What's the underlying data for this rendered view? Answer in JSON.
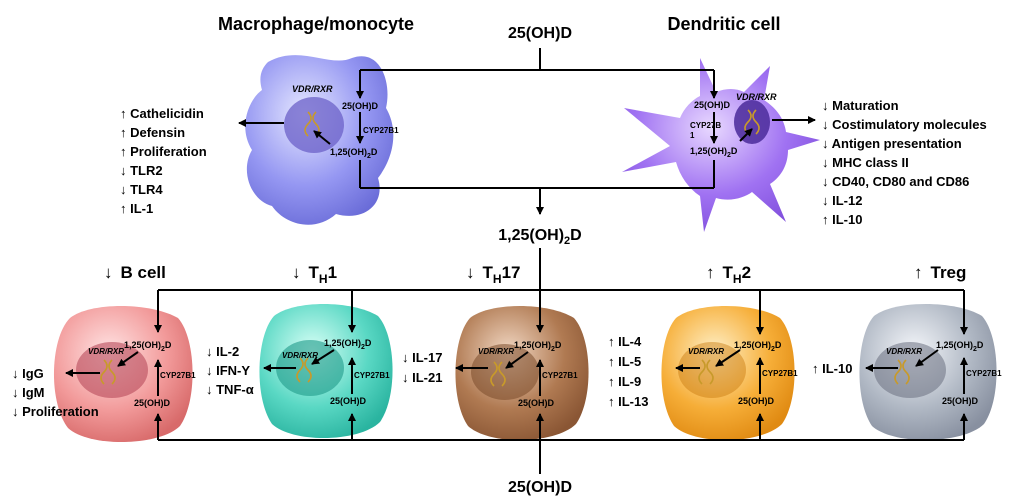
{
  "top": {
    "macrophage_title": "Macrophage/monocyte",
    "dendritic_title": "Dendritic cell",
    "input_metabolite": "25(OH)D",
    "output_metabolite_main": "1,25(OH)",
    "output_metabolite_sub": "2",
    "output_metabolite_end": "D"
  },
  "bottom": {
    "input_metabolite": "25(OH)D"
  },
  "inner": {
    "receptor": "VDR/RXR",
    "substrate": "25(OH)D",
    "enzyme": "CYP27B1",
    "product_main": "1,25(OH)",
    "product_sub": "2",
    "product_end": "D"
  },
  "dendritic_enzyme_lines": [
    "CYP27B",
    "1"
  ],
  "macrophage_effects": [
    "↑ Cathelicidin",
    "↑ Defensin",
    "↑ Proliferation",
    "↓ TLR2",
    "↓ TLR4",
    "↑ IL-1"
  ],
  "dendritic_effects": [
    "↓ Maturation",
    "↓ Costimulatory molecules",
    "↓ Antigen presentation",
    "↓ MHC class II",
    "↓ CD40, CD80 and CD86",
    "↓ IL-12",
    "↑ IL-10"
  ],
  "bcell": {
    "arrow": "↓",
    "title": "B cell",
    "effects": [
      "↓ IgG",
      "↓ IgM",
      "↓ Proliferation"
    ]
  },
  "th1": {
    "arrow": "↓",
    "main": "T",
    "sub": "H",
    "end": "1",
    "effects": [
      "↓ IL-2",
      "↓ IFN-Y",
      "↓ TNF-α"
    ]
  },
  "th17": {
    "arrow": "↓",
    "main": "T",
    "sub": "H",
    "end": "17",
    "effects": [
      "↓ IL-17",
      "↓ IL-21"
    ]
  },
  "th2": {
    "arrow": "↑",
    "main": "T",
    "sub": "H",
    "end": "2",
    "effects": [
      "↑ IL-4",
      "↑ IL-5",
      "↑ IL-9",
      "↑ IL-13"
    ]
  },
  "treg": {
    "arrow": "↑",
    "title": "Treg",
    "effects": [
      "↑ IL-10"
    ]
  },
  "colors": {
    "macrophage": "#8c8ef0",
    "dendritic": "#9c66f0",
    "bcell": "#f08a8a",
    "th1": "#56d6c2",
    "th17": "#a8724a",
    "th2": "#f5a830",
    "treg": "#a8b0bc"
  }
}
